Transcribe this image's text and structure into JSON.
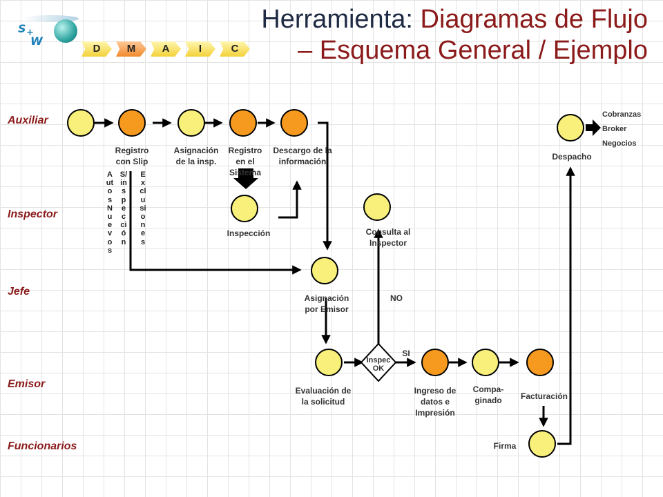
{
  "title": {
    "line1_prefix": "Herramienta: ",
    "line1_highlight": "Diagramas de Flujo",
    "line2": "– Esquema General / Ejemplo"
  },
  "logo": {
    "letter_s": "S",
    "letter_w": "W",
    "plus": "+"
  },
  "phases": [
    {
      "label": "D",
      "active": false
    },
    {
      "label": "M",
      "active": true
    },
    {
      "label": "A",
      "active": false
    },
    {
      "label": "I",
      "active": false
    },
    {
      "label": "C",
      "active": false
    }
  ],
  "lanes": [
    "Auxiliar",
    "Inspector",
    "Jefe",
    "Emisor",
    "Funcionarios"
  ],
  "labels": {
    "registro_slip": "Registro\ncon Slip",
    "asignacion_insp": "Asignación\nde la insp.",
    "registro_sistema": "Registro\nen el\nSistema",
    "descargo": "Descargo de la\ninformación",
    "despacho": "Despacho",
    "inspeccion": "Inspección",
    "consulta": "Consulta al\nInspector",
    "asignacion_emisor": "Asignación\npor Emisor",
    "evaluacion": "Evaluación de\nla solicitud",
    "ingreso": "Ingreso de\ndatos e\nImpresión",
    "compaginado": "Compa-\nginado",
    "facturacion": "Facturación",
    "firma": "Firma",
    "decision": "Inspec\nOK",
    "si": "SI",
    "no": "NO"
  },
  "vertical_labels": {
    "autos_nuevos": "AutosNuevos",
    "sin_inspeccion": "S/inspección",
    "exclusiones": "Exclusiones"
  },
  "side_list": [
    "Cobranzas",
    "Broker",
    "Negocios"
  ],
  "colors": {
    "yellow": "#f8f07a",
    "orange": "#f59a1e",
    "title_dark": "#1f2a44",
    "title_red": "#8b1a1a",
    "lane_label": "#8b1a1a"
  }
}
